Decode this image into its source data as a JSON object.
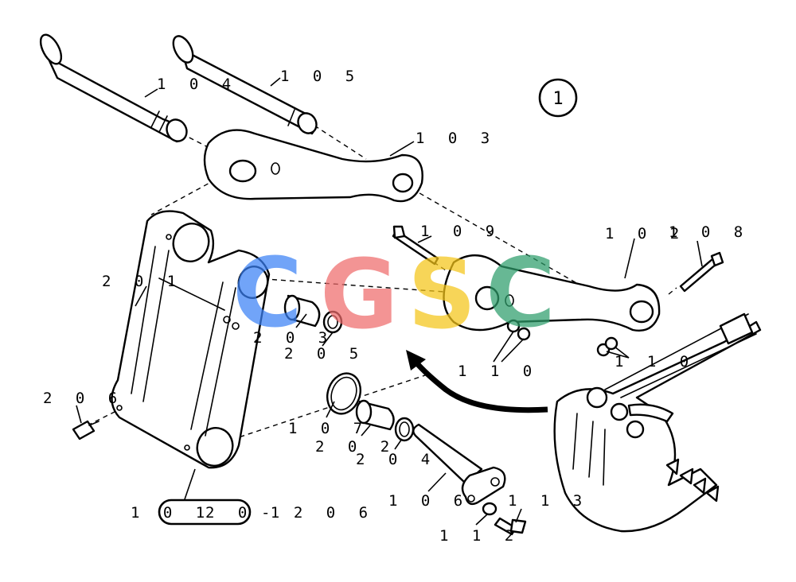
{
  "sheet_badge": "1",
  "labels": {
    "p101": "1 0 1",
    "p102": "1 0 2",
    "p103": "1 0 3",
    "p104": "1 0 4",
    "p105": "1 0 5",
    "p106": "1 0 6",
    "p107": "1 0 7",
    "p108": "1 0 8",
    "p109": "1 0 9",
    "p110a": "1 1 0",
    "p110b": "1 1 0",
    "p112": "1 1 2",
    "p113": "1 1 3",
    "p201": "2 0 1",
    "p202": "2 0 2",
    "p203": "2 0 3",
    "p204": "2 0 4",
    "p205": "2 0 5",
    "p206": "2 0 6",
    "group_201": "2 0 1",
    "group_range": "- 2 0 6"
  },
  "watermark": {
    "letters": [
      "C",
      "G",
      "S",
      "C"
    ],
    "colors": [
      "#3b82f6",
      "#ef6b6b",
      "#f5c518",
      "#2e9e6b"
    ]
  }
}
